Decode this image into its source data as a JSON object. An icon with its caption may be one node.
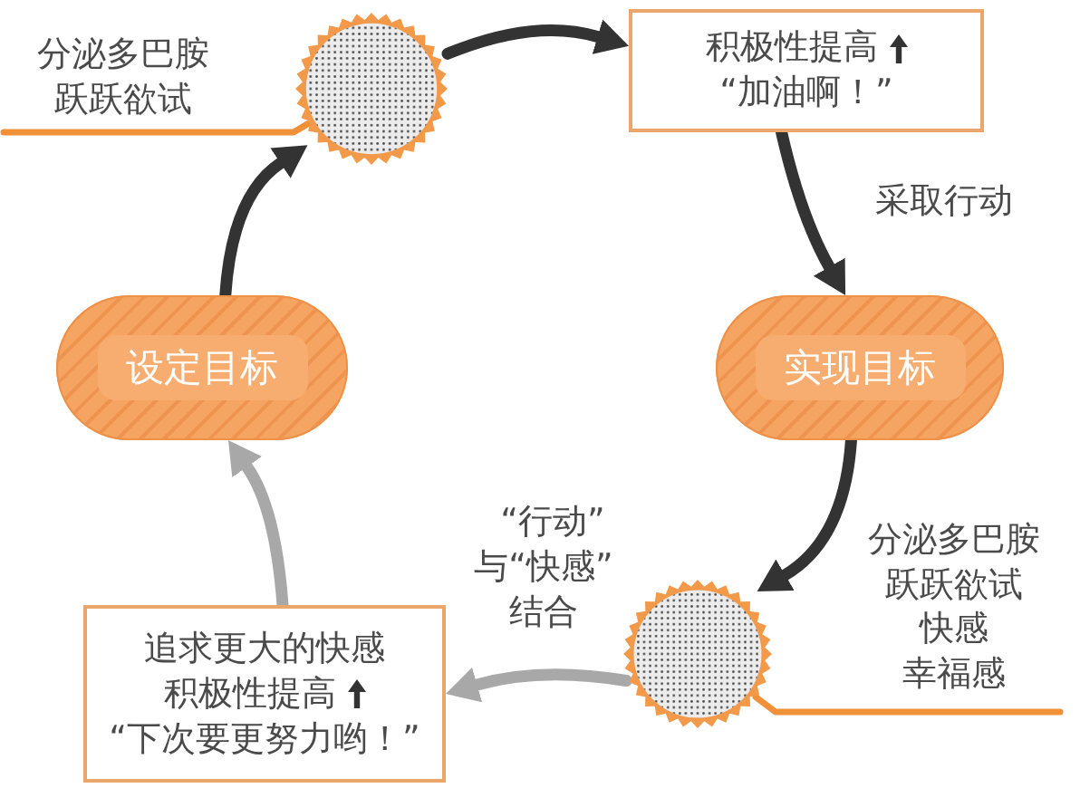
{
  "diagram": {
    "nodes": [
      {
        "text": [
          "分泌多巴胺",
          "跃跃欲试"
        ]
      },
      {
        "text": [],
        "shape": "circle"
      },
      {
        "text": [
          "积极性提高",
          "“加油啊！”"
        ]
      },
      {
        "text": [
          "实现目标"
        ]
      },
      {
        "text": [],
        "shape": "circle"
      },
      {
        "text": [
          "分泌多巴胺",
          "跃跃欲试",
          "快感",
          "幸福感"
        ]
      },
      {
        "text": [
          "追求更大的快感",
          "积极性提高",
          "“下次要更努力哟！”"
        ]
      },
      {
        "text": [
          "设定目标"
        ]
      }
    ],
    "edges": [
      {
        "from": 0,
        "to": 1,
        "arrow": "none",
        "color": "#f0913a"
      },
      {
        "from": 1,
        "to": 2,
        "arrow": "to"
      },
      {
        "from": 2,
        "to": 3,
        "arrow": "to",
        "label": "采取行动"
      },
      {
        "from": 3,
        "to": 4,
        "arrow": "to"
      },
      {
        "from": 5,
        "to": 4,
        "arrow": "none",
        "color": "#f0913a"
      },
      {
        "from": 4,
        "to": 6,
        "arrow": "to",
        "label": "“行动”与“快感”结合",
        "color": "#a8a8a8"
      },
      {
        "from": 6,
        "to": 7,
        "arrow": "to",
        "color": "#a8a8a8"
      },
      {
        "from": 7,
        "to": 1,
        "arrow": "to"
      }
    ]
  }
}
